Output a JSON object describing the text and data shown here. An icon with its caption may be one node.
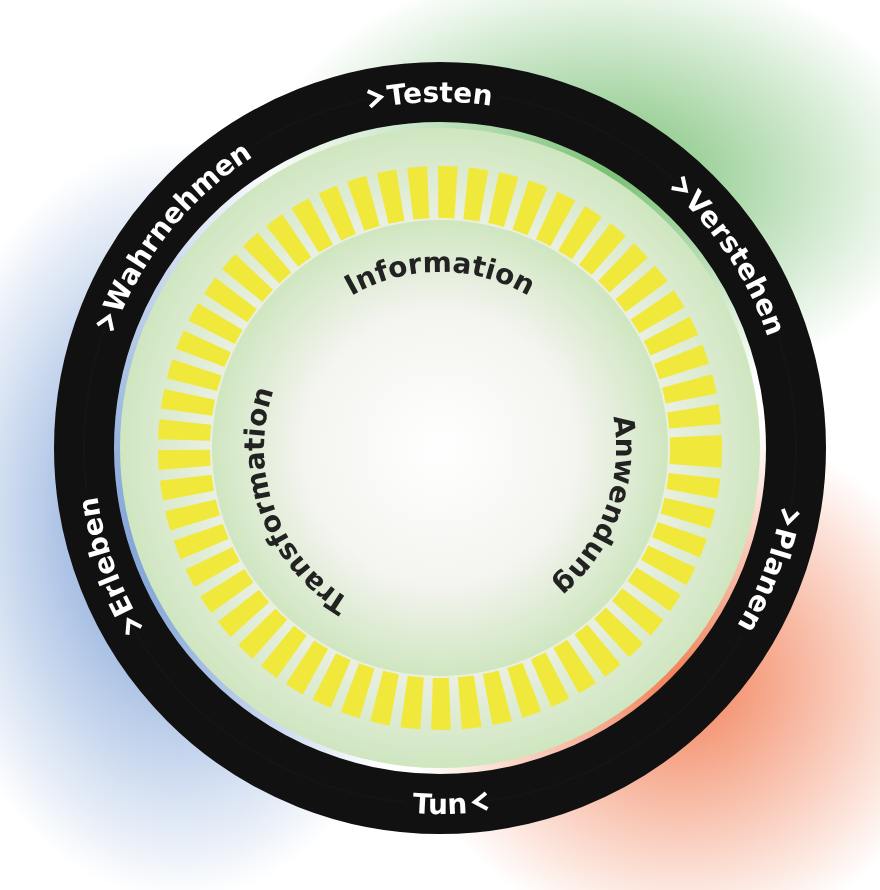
{
  "diagram": {
    "nodes": [
      {
        "text": [
          "Testen"
        ]
      },
      {
        "text": [
          "Verstehen"
        ]
      },
      {
        "text": [
          "Planen"
        ]
      },
      {
        "text": [
          "Tun"
        ]
      },
      {
        "text": [
          "Erleben"
        ]
      },
      {
        "text": [
          "Wahrnehmen"
        ]
      }
    ],
    "edges": [
      {
        "from": 5,
        "to": 0,
        "arrow": "to"
      },
      {
        "from": 0,
        "to": 1,
        "arrow": "to"
      },
      {
        "from": 1,
        "to": 2,
        "arrow": "to"
      },
      {
        "from": 2,
        "to": 3,
        "arrow": "to"
      },
      {
        "from": 3,
        "to": 4,
        "arrow": "to"
      },
      {
        "from": 4,
        "to": 5,
        "arrow": "to"
      }
    ],
    "labels": [
      "Information",
      "Anwendung",
      "Transformation"
    ]
  }
}
